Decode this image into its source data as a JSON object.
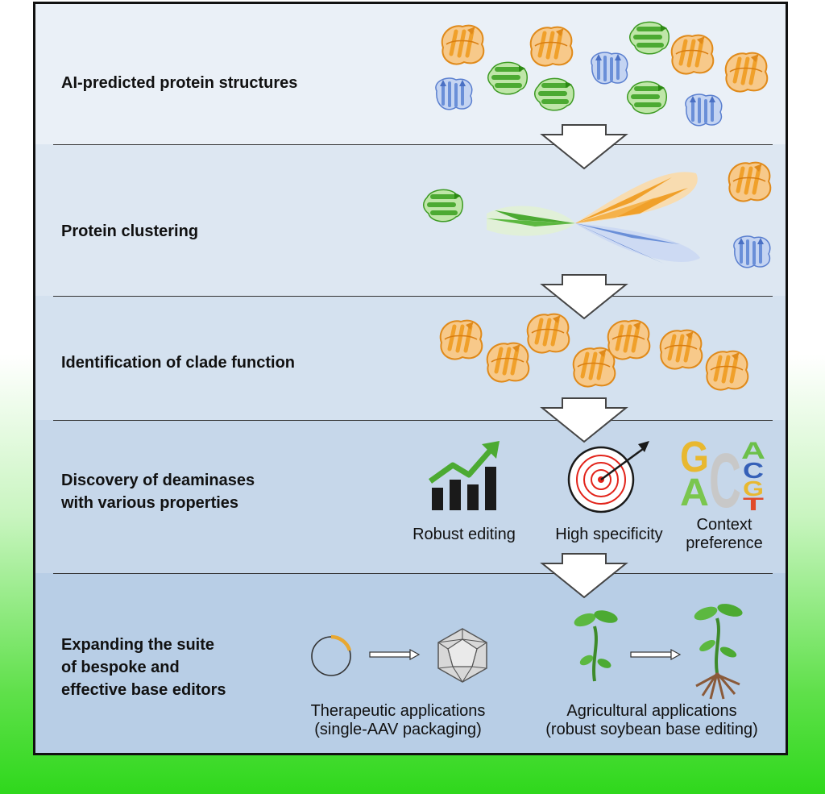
{
  "steps": [
    {
      "label": "AI-predicted protein structures"
    },
    {
      "label": "Protein clustering"
    },
    {
      "label": "Identification of clade function"
    },
    {
      "label": "Discovery of deaminases\nwith various properties"
    },
    {
      "label": "Expanding the suite\nof bespoke and\neffective base editors"
    }
  ],
  "properties": {
    "robust": "Robust editing",
    "specificity": "High specificity",
    "context": "Context\npreference"
  },
  "logo_letters": {
    "g": "G",
    "a": "A",
    "c": "C",
    "a2": "A",
    "c2": "C",
    "g2": "G",
    "t": "T"
  },
  "applications": {
    "therapeutic": "Therapeutic applications\n(single-AAV packaging)",
    "agricultural": "Agricultural applications\n(robust soybean base editing)"
  },
  "colors": {
    "orange": "#f0a02a",
    "green": "#4caa32",
    "blue": "#6a8fd8",
    "band1": "#eaf0f7",
    "band2": "#dde7f2",
    "band3": "#d4e1ef",
    "band4": "#c6d7ea",
    "band5": "#b8cee6",
    "outer_green": "#2fd81c"
  },
  "icons": [
    "protein-icon",
    "arrow-down-icon",
    "growth-chart-icon",
    "target-icon",
    "sequence-logo-icon",
    "plasmid-icon",
    "aav-capsid-icon",
    "seedling-icon",
    "soybean-plant-icon",
    "right-arrow-icon"
  ]
}
